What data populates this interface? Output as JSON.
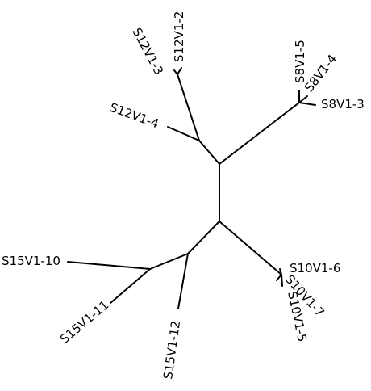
{
  "tree": {
    "line_color": "#000000",
    "labels": {
      "s12v1_2": "S12V1-2",
      "s12v1_3": "S12V1-3",
      "s12v1_4": "S12V1-4",
      "s8v1_5": "S8V1-5",
      "s8v1_4": "S8V1-4",
      "s8v1_3": "S8V1-3",
      "s15v1_10": "S15V1-10",
      "s15v1_11": "S15V1-11",
      "s15v1_12": "S15V1-12",
      "s10v1_6": "S10V1-6",
      "s10v1_7": "S10V1-7",
      "s10v1_5": "S10V1-5"
    }
  }
}
